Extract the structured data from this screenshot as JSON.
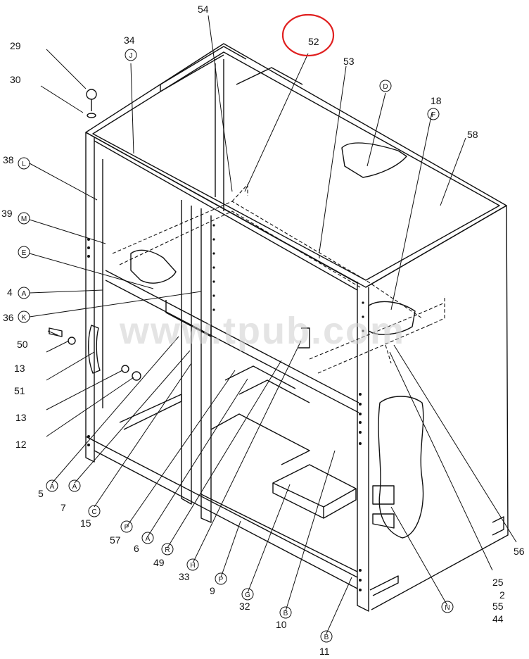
{
  "watermark": "www.tpub.com",
  "highlight_color": "#e02020",
  "callouts": {
    "n54": "54",
    "n52": "52",
    "n53": "53",
    "n34": "34",
    "nJ": "J",
    "nD": "D",
    "n18": "18",
    "nF": "F",
    "n58": "58",
    "n29": "29",
    "n30": "30",
    "n38": "38",
    "nL": "L",
    "n39": "39",
    "nM": "M",
    "nE": "E",
    "n4": "4",
    "nA1": "A",
    "n36": "36",
    "nK": "K",
    "n50": "50",
    "n13a": "13",
    "n51": "51",
    "n13b": "13",
    "n12": "12",
    "nA2": "A",
    "n5": "5",
    "nA3": "A",
    "n7": "7",
    "nC": "C",
    "n15": "15",
    "nP1": "P",
    "n57": "57",
    "nA4": "A",
    "n6": "6",
    "nR": "R",
    "n49": "49",
    "nH": "H",
    "n33": "33",
    "nP2": "P",
    "n9": "9",
    "nG": "G",
    "n32": "32",
    "nB1": "B",
    "n10": "10",
    "nB2": "B",
    "n11": "11",
    "nN": "N",
    "n25": "25",
    "n2": "2",
    "n55": "55",
    "n44": "44",
    "n56": "56"
  }
}
